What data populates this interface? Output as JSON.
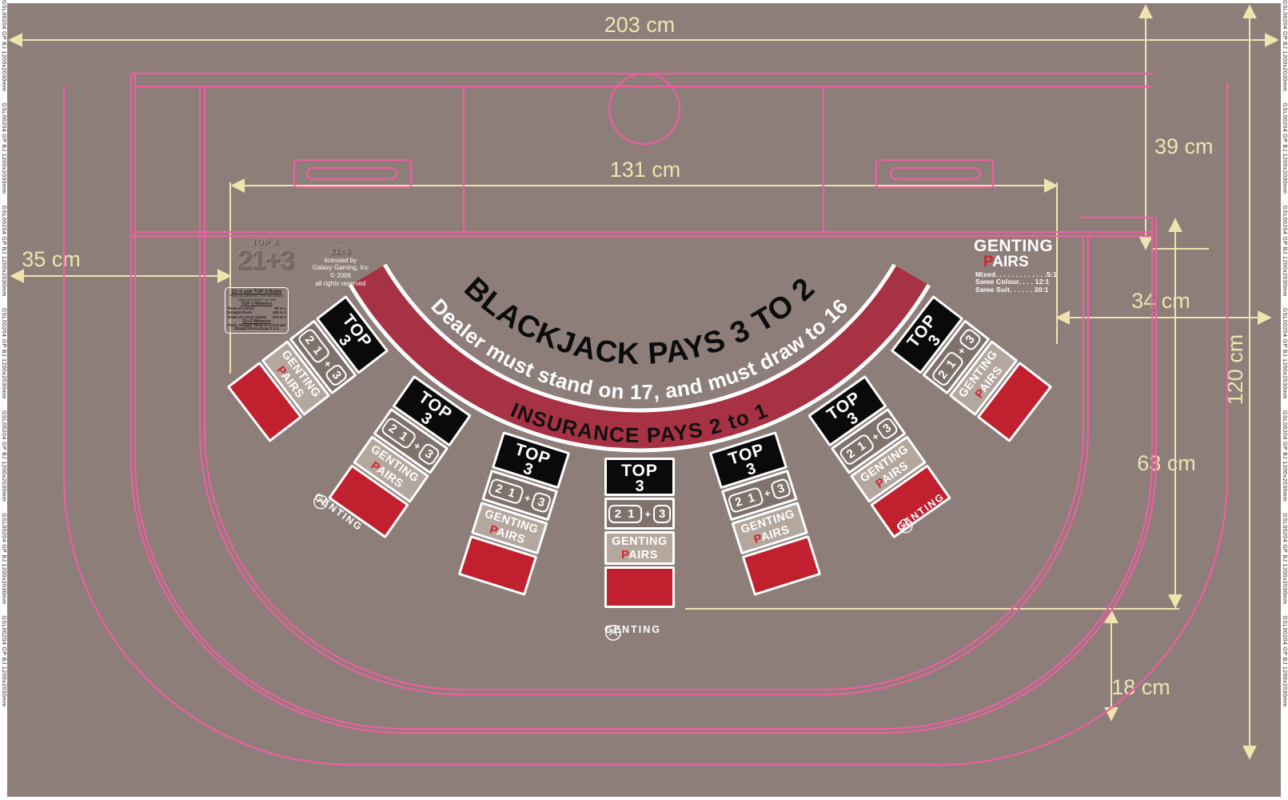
{
  "page": {
    "edge_text": "GSL00204 GP BJ 1200x2030mm"
  },
  "colors": {
    "felt": "#8d7e7a",
    "line_pink": "#ee5fa0",
    "line_cream": "#f0e4ae",
    "band_red": "#a63243",
    "bet_red": "#c1202f",
    "black": "#0a0a0a",
    "pairs_tan": "#b3a79e",
    "pairs_p_red": "#d6202a"
  },
  "dimensions": {
    "d203": "203 cm",
    "d131": "131 cm",
    "d39": "39 cm",
    "d35": "35 cm",
    "d34": "34 cm",
    "d120": "120 cm",
    "d63": "63 cm",
    "d18": "18 cm"
  },
  "arc": {
    "blackjack": "BLACKJACK PAYS 3 TO 2",
    "dealer_rule": "Dealer must stand on 17, and must draw to 16",
    "insurance": "INSURANCE PAYS 2 to 1"
  },
  "spot": {
    "top3_line1": "TOP",
    "top3_line2": "3",
    "bet21": "2 1",
    "plus": "+",
    "bet3": "3",
    "pairs_line1": "GENTING",
    "pairs_p": "P",
    "pairs_rest": "AIRS"
  },
  "pairs_legend": {
    "title1": "GENTING",
    "title2_p": "P",
    "title2_rest": "AIRS",
    "rows": [
      "Mixed. . . . . . . . . . . . .5:1",
      "Same Colour. . . .  12:1",
      "Same Suit. . . . . .  30:1"
    ]
  },
  "big_logo": {
    "top": "TOP 3",
    "main": "21+3"
  },
  "license": {
    "lines": [
      "licensed by",
      "Galaxy Gaming, Inc",
      "© 2006",
      "all rights reserved"
    ]
  },
  "rules_box": {
    "title": "21+3 and TOP 3 Rules",
    "intro": "Pays as published. First two player cards and dealer up card",
    "sub1": "TOP 3 Winners",
    "rows": [
      {
        "name": "Three of a Kind",
        "pays": "90 to 1"
      },
      {
        "name": "Straight Flush",
        "pays": "180 to 1"
      },
      {
        "name": "Three of a Kind Suited",
        "pays": "270 to 1"
      }
    ],
    "sub2": "21+3 Winners",
    "footer": "Flush, Straight, Three of a Kind and Straight Flush all pay 9 to 1"
  },
  "genting_logo": {
    "label": "GENTING"
  }
}
